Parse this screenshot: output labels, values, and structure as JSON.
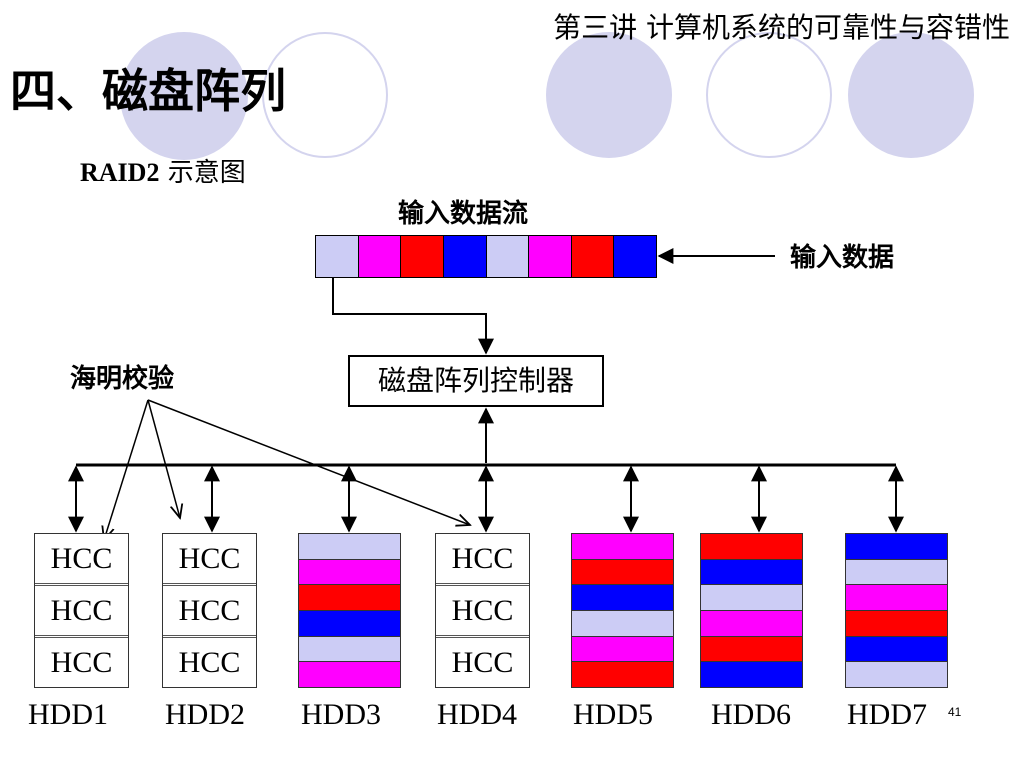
{
  "header": {
    "course_title": "第三讲  计算机系统的可靠性与容错性",
    "slide_title": "四、磁盘阵列"
  },
  "diagram": {
    "subtitle_prefix": "RAID2",
    "subtitle_suffix": " 示意图",
    "stream_label": "输入数据流",
    "input_label": "输入数据",
    "hamming_label": "海明校验",
    "controller_label": "磁盘阵列控制器",
    "colors": {
      "lavender": "#ccccf5",
      "magenta": "#ff00ff",
      "red": "#ff0000",
      "blue": "#0000ff"
    },
    "stream_blocks": [
      "lavender",
      "magenta",
      "red",
      "blue",
      "lavender",
      "magenta",
      "red",
      "blue"
    ],
    "disks": [
      {
        "label": "HDD1",
        "type": "hcc",
        "cells": [
          "HCC",
          "HCC",
          "HCC"
        ]
      },
      {
        "label": "HDD2",
        "type": "hcc",
        "cells": [
          "HCC",
          "HCC",
          "HCC"
        ]
      },
      {
        "label": "HDD3",
        "type": "data",
        "stripes": [
          "lavender",
          "magenta",
          "red",
          "blue",
          "lavender",
          "magenta"
        ]
      },
      {
        "label": "HDD4",
        "type": "hcc",
        "cells": [
          "HCC",
          "HCC",
          "HCC"
        ]
      },
      {
        "label": "HDD5",
        "type": "data",
        "stripes": [
          "magenta",
          "red",
          "blue",
          "lavender",
          "magenta",
          "red"
        ]
      },
      {
        "label": "HDD6",
        "type": "data",
        "stripes": [
          "red",
          "blue",
          "lavender",
          "magenta",
          "red",
          "blue"
        ]
      },
      {
        "label": "HDD7",
        "type": "data",
        "stripes": [
          "blue",
          "lavender",
          "magenta",
          "red",
          "blue",
          "lavender"
        ]
      }
    ]
  },
  "footer": {
    "page_number": "41"
  }
}
